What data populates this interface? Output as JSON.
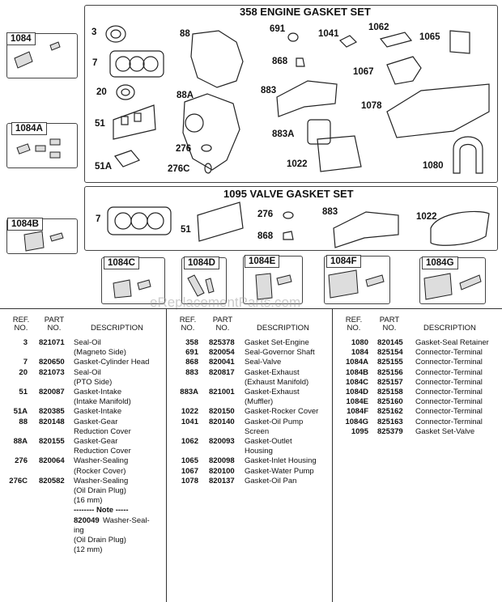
{
  "engine_set": {
    "title": "358 ENGINE GASKET SET",
    "callouts": [
      "3",
      "88",
      "691",
      "1041",
      "1062",
      "1065",
      "7",
      "868",
      "1067",
      "20",
      "88A",
      "883",
      "1078",
      "51",
      "883A",
      "276",
      "276C",
      "51A",
      "1022",
      "1080"
    ]
  },
  "valve_set": {
    "title": "1095 VALVE GASKET SET",
    "callouts": [
      "7",
      "51",
      "276",
      "883",
      "1022",
      "868"
    ]
  },
  "connectors": {
    "c1084": "1084",
    "c1084A": "1084A",
    "c1084B": "1084B",
    "c1084C": "1084C",
    "c1084D": "1084D",
    "c1084E": "1084E",
    "c1084F": "1084F",
    "c1084G": "1084G"
  },
  "watermark": "eReplacementParts.com",
  "table": {
    "headers": {
      "ref": "REF.",
      "no": "NO.",
      "part": "PART",
      "part_no": "NO.",
      "description": "DESCRIPTION"
    },
    "col1": [
      {
        "ref": "3",
        "part": "821071",
        "desc": [
          "Seal-Oil",
          "(Magneto Side)"
        ]
      },
      {
        "ref": "7",
        "part": "820650",
        "desc": [
          "Gasket-Cylinder Head"
        ]
      },
      {
        "ref": "20",
        "part": "821073",
        "desc": [
          "Seal-Oil",
          "(PTO Side)"
        ]
      },
      {
        "ref": "51",
        "part": "820087",
        "desc": [
          "Gasket-Intake",
          "(Intake Manifold)"
        ]
      },
      {
        "ref": "51A",
        "part": "820385",
        "desc": [
          "Gasket-Intake"
        ]
      },
      {
        "ref": "88",
        "part": "820148",
        "desc": [
          "Gasket-Gear",
          "Reduction Cover"
        ]
      },
      {
        "ref": "88A",
        "part": "820155",
        "desc": [
          "Gasket-Gear",
          "Reduction Cover"
        ]
      },
      {
        "ref": "276",
        "part": "820064",
        "desc": [
          "Washer-Sealing",
          "(Rocker Cover)"
        ]
      },
      {
        "ref": "276C",
        "part": "820582",
        "desc": [
          "Washer-Sealing",
          "(Oil Drain Plug)",
          "(16 mm)"
        ]
      }
    ],
    "note": {
      "label": "-------- Note -----",
      "part": "820049",
      "lines": [
        "Washer-Seal-",
        "ing",
        "(Oil Drain Plug)",
        "(12 mm)"
      ]
    },
    "col2": [
      {
        "ref": "358",
        "part": "825378",
        "desc": [
          "Gasket Set-Engine"
        ]
      },
      {
        "ref": "691",
        "part": "820054",
        "desc": [
          "Seal-Governor Shaft"
        ]
      },
      {
        "ref": "868",
        "part": "820041",
        "desc": [
          "Seal-Valve"
        ]
      },
      {
        "ref": "883",
        "part": "820817",
        "desc": [
          "Gasket-Exhaust",
          "(Exhaust Manifold)"
        ]
      },
      {
        "ref": "883A",
        "part": "821001",
        "desc": [
          "Gasket-Exhaust",
          "(Muffler)"
        ]
      },
      {
        "ref": "1022",
        "part": "820150",
        "desc": [
          "Gasket-Rocker Cover"
        ]
      },
      {
        "ref": "1041",
        "part": "820140",
        "desc": [
          "Gasket-Oil Pump",
          "Screen"
        ]
      },
      {
        "ref": "1062",
        "part": "820093",
        "desc": [
          "Gasket-Outlet",
          "Housing"
        ]
      },
      {
        "ref": "1065",
        "part": "820098",
        "desc": [
          "Gasket-Inlet Housing"
        ]
      },
      {
        "ref": "1067",
        "part": "820100",
        "desc": [
          "Gasket-Water Pump"
        ]
      },
      {
        "ref": "1078",
        "part": "820137",
        "desc": [
          "Gasket-Oil Pan"
        ]
      }
    ],
    "col3": [
      {
        "ref": "1080",
        "part": "820145",
        "desc": [
          "Gasket-Seal Retainer"
        ]
      },
      {
        "ref": "1084",
        "part": "825154",
        "desc": [
          "Connector-Terminal"
        ]
      },
      {
        "ref": "1084A",
        "part": "825155",
        "desc": [
          "Connector-Terminal"
        ]
      },
      {
        "ref": "1084B",
        "part": "825156",
        "desc": [
          "Connector-Terminal"
        ]
      },
      {
        "ref": "1084C",
        "part": "825157",
        "desc": [
          "Connector-Terminal"
        ]
      },
      {
        "ref": "1084D",
        "part": "825158",
        "desc": [
          "Connector-Terminal"
        ]
      },
      {
        "ref": "1084E",
        "part": "825160",
        "desc": [
          "Connector-Terminal"
        ]
      },
      {
        "ref": "1084F",
        "part": "825162",
        "desc": [
          "Connector-Terminal"
        ]
      },
      {
        "ref": "1084G",
        "part": "825163",
        "desc": [
          "Connector-Terminal"
        ]
      },
      {
        "ref": "1095",
        "part": "825379",
        "desc": [
          "Gasket Set-Valve"
        ]
      }
    ]
  }
}
